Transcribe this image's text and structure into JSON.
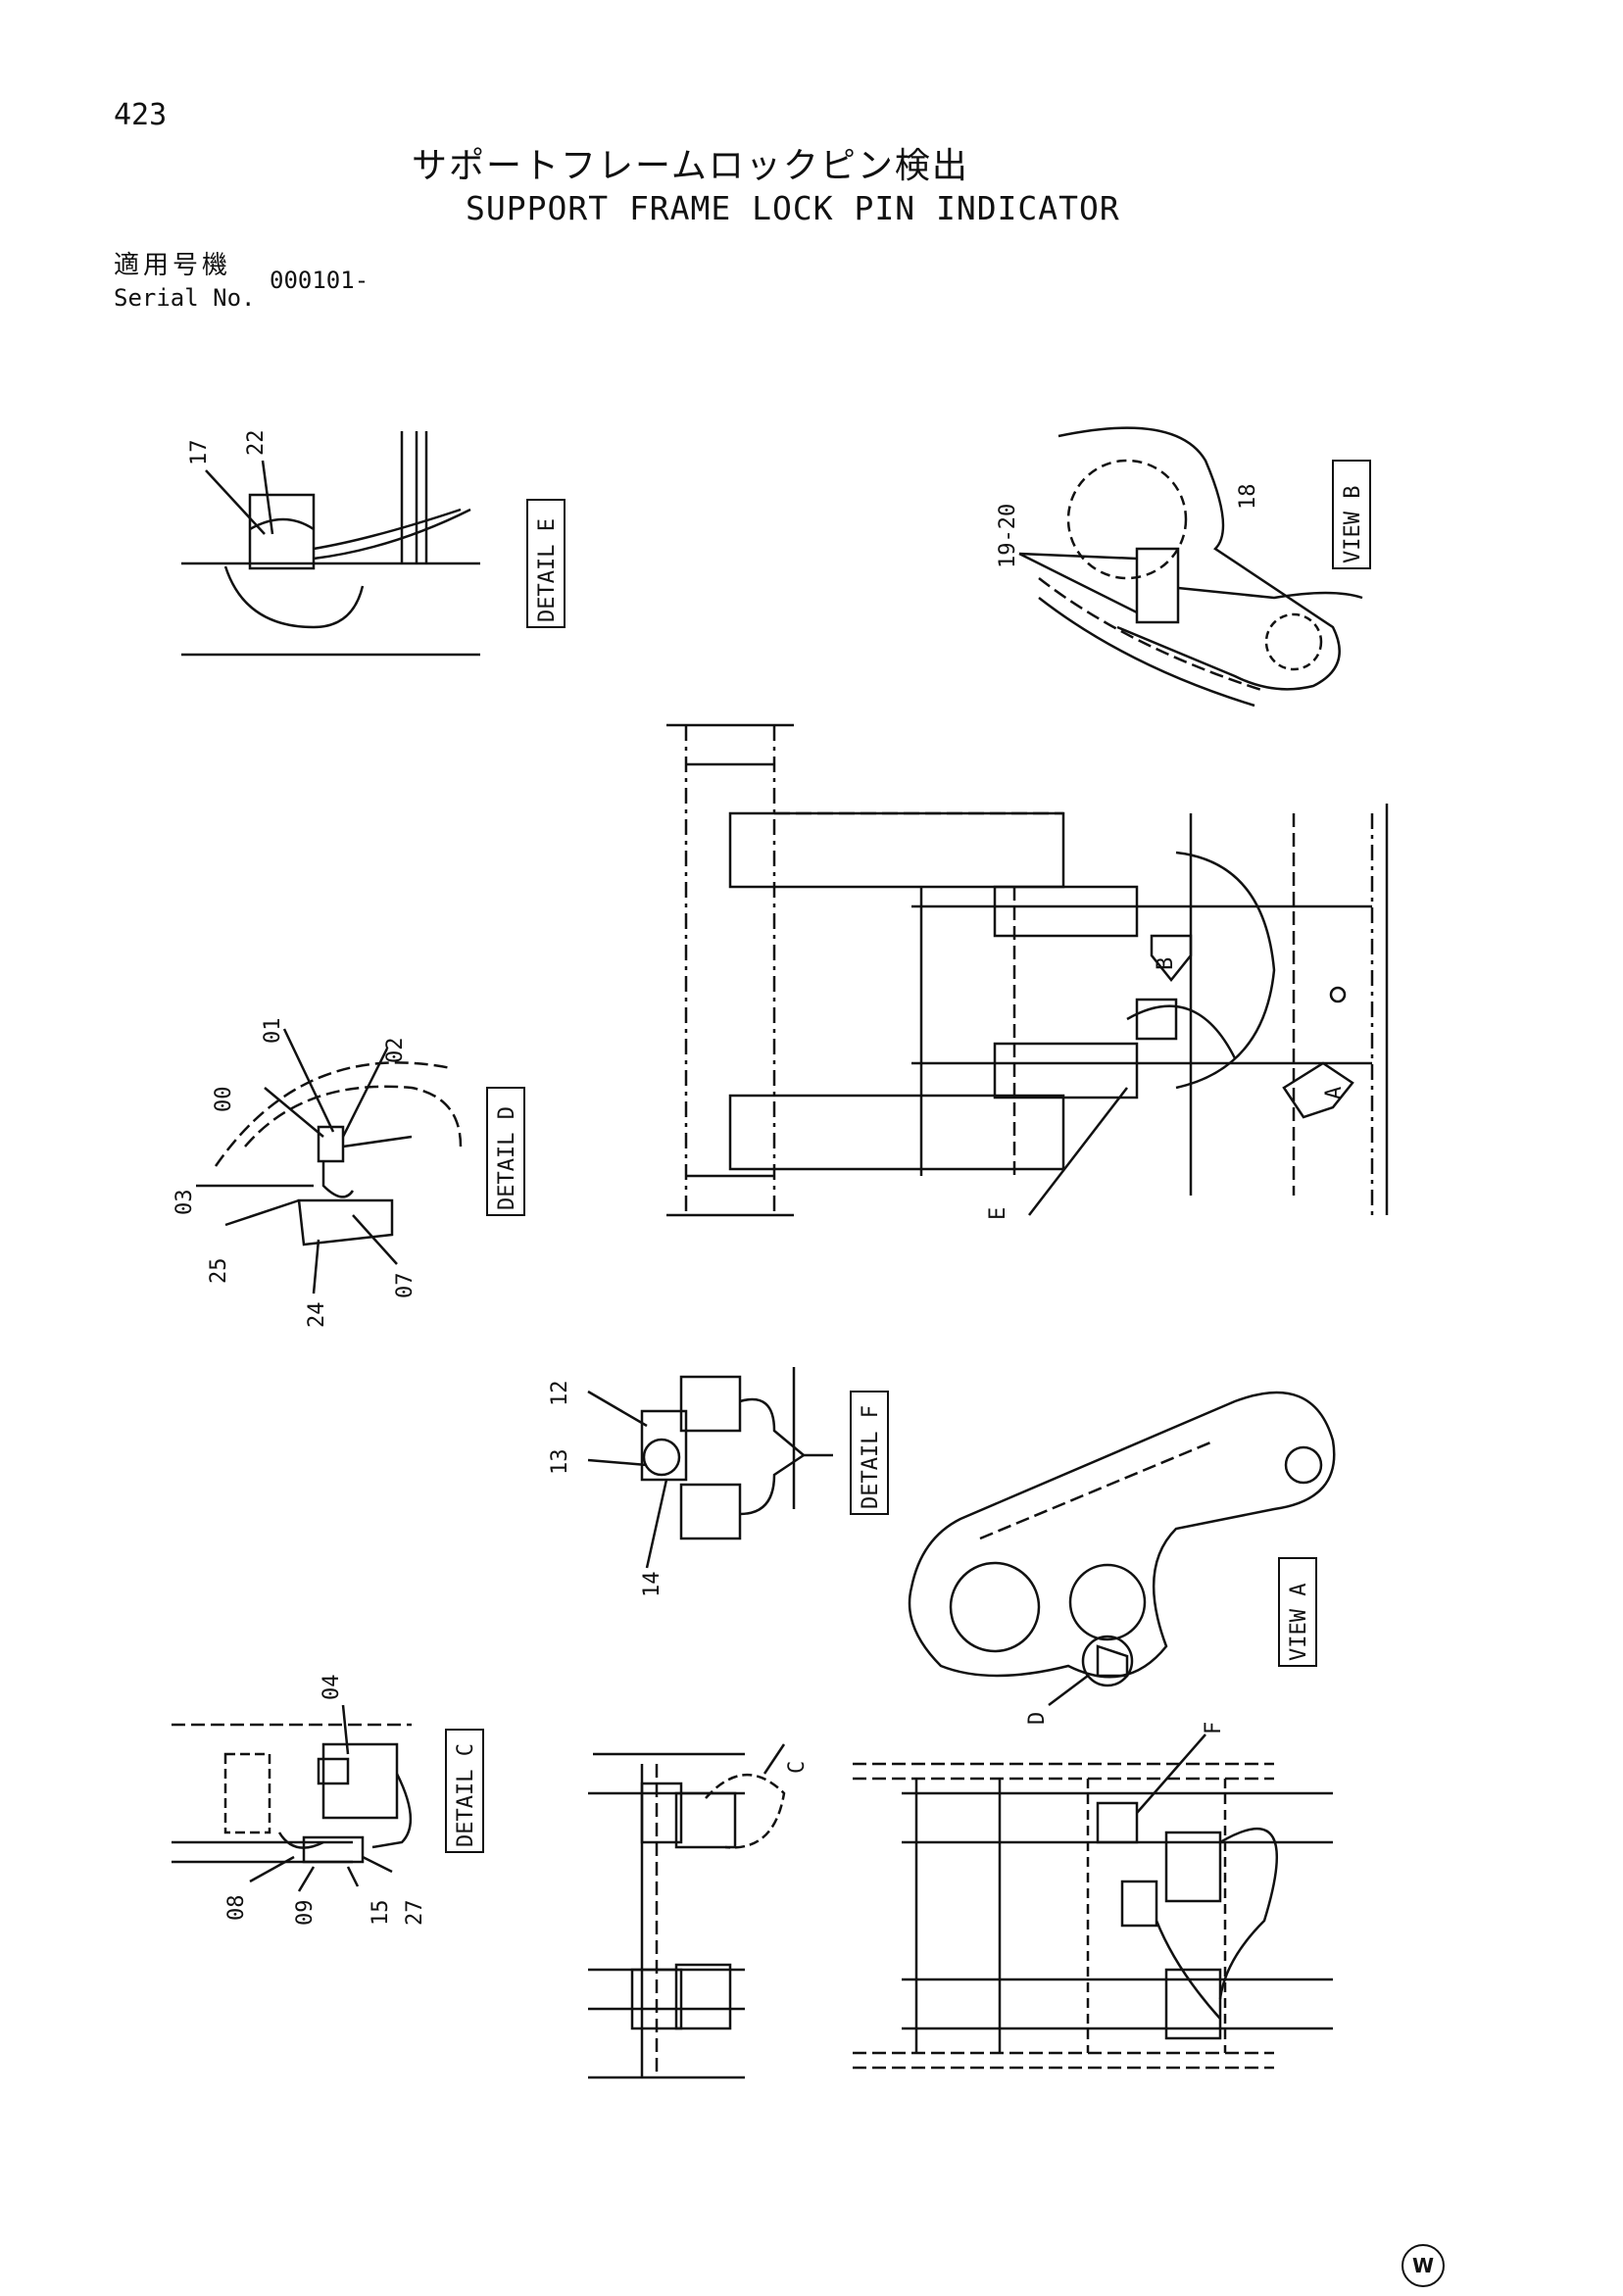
{
  "header": {
    "page_number": "423",
    "title_jp": "サポートフレームロックピン検出",
    "title_en": "SUPPORT FRAME LOCK PIN INDICATOR",
    "serial_label_jp": "適用号機",
    "serial_label_en": "Serial No.",
    "serial_value": "000101-"
  },
  "boxes": {
    "detail_e": "DETAIL E",
    "view_b": "VIEW B",
    "detail_d": "DETAIL D",
    "detail_f": "DETAIL F",
    "view_a": "VIEW A",
    "detail_c": "DETAIL C"
  },
  "callouts": {
    "p17": "17",
    "p22": "22",
    "p18": "18",
    "p19_20": "19-20",
    "p00": "00",
    "p01": "01",
    "p02": "02",
    "p03": "03",
    "p25": "25",
    "p24": "24",
    "p07": "07",
    "p12": "12",
    "p13": "13",
    "p14": "14",
    "p04": "04",
    "p08": "08",
    "p09": "09",
    "p15": "15",
    "p27": "27",
    "ref_a": "A",
    "ref_b": "B",
    "ref_c": "C",
    "ref_d": "D",
    "ref_e": "E",
    "ref_f": "F"
  },
  "footer": {
    "mark": "W"
  }
}
